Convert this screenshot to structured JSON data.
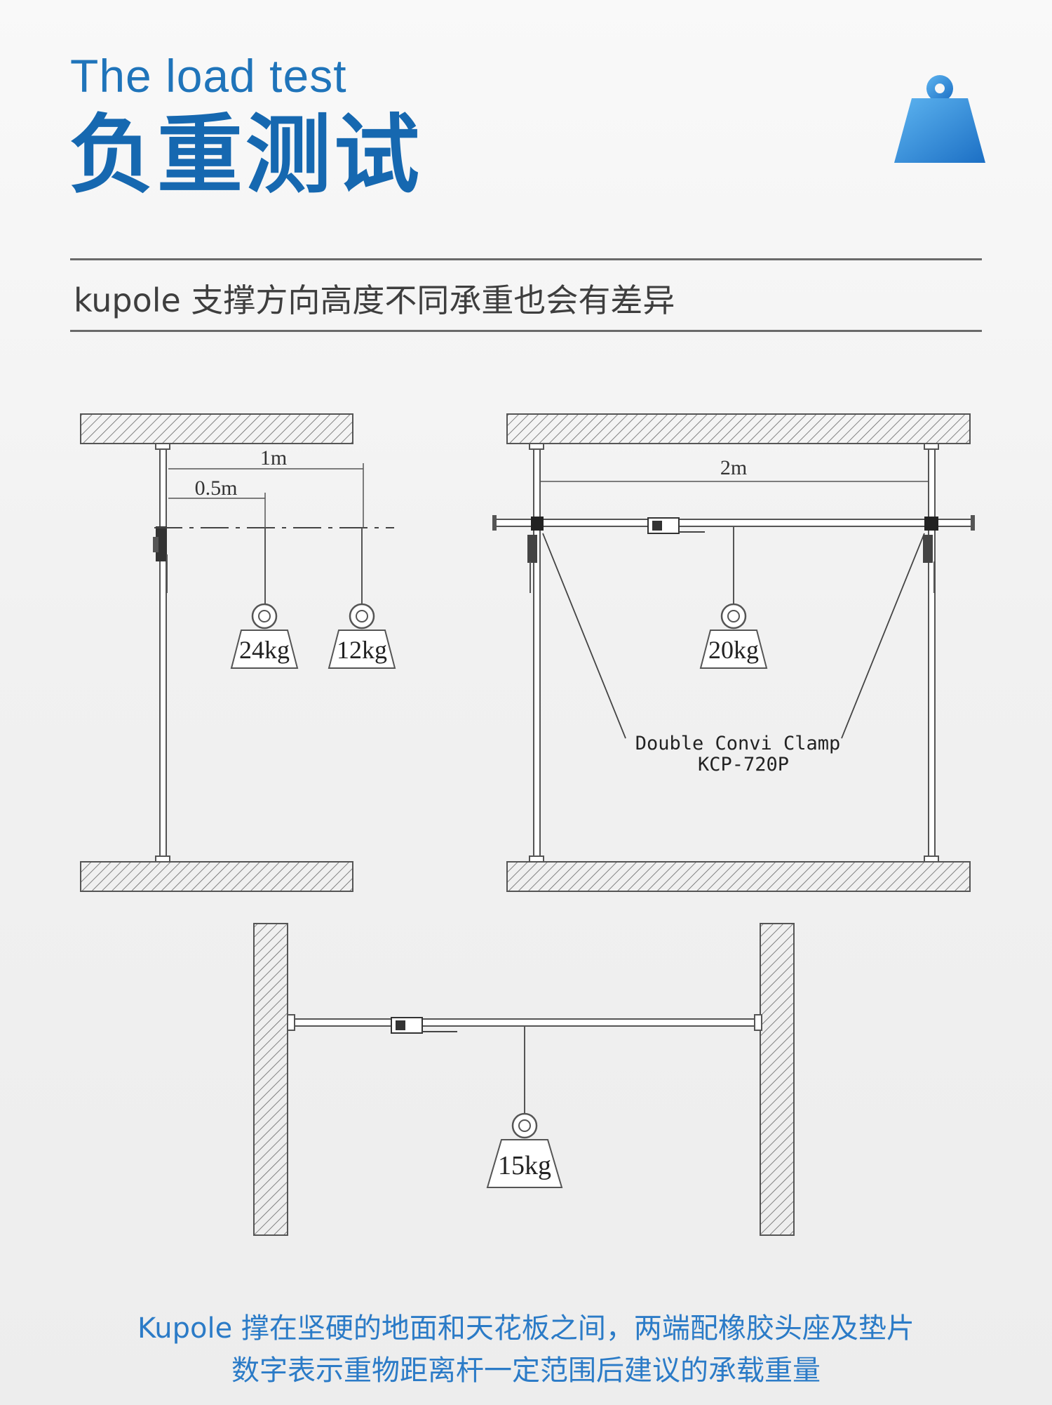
{
  "header": {
    "title_en": "The load test",
    "title_cn": "负重测试",
    "subtitle": "kupole 支撑方向高度不同承重也会有差异"
  },
  "icon": {
    "name": "weight-icon",
    "color": "#2a8ad8"
  },
  "diagram_left": {
    "dimension_1m": "1m",
    "dimension_half": "0.5m",
    "weight_near": "24kg",
    "weight_far": "12kg"
  },
  "diagram_right": {
    "span": "2m",
    "weight": "20kg",
    "clamp_name": "Double Convi Clamp",
    "clamp_model": "KCP-720P"
  },
  "diagram_bottom": {
    "weight": "15kg"
  },
  "footer": {
    "line1": "Kupole 撑在坚硬的地面和天花板之间，两端配橡胶头座及垫片",
    "line2": "数字表示重物距离杆一定范围后建议的承载重量"
  },
  "colors": {
    "accent": "#1f74ba",
    "footer_text": "#2b7bc7",
    "line": "#555555"
  }
}
